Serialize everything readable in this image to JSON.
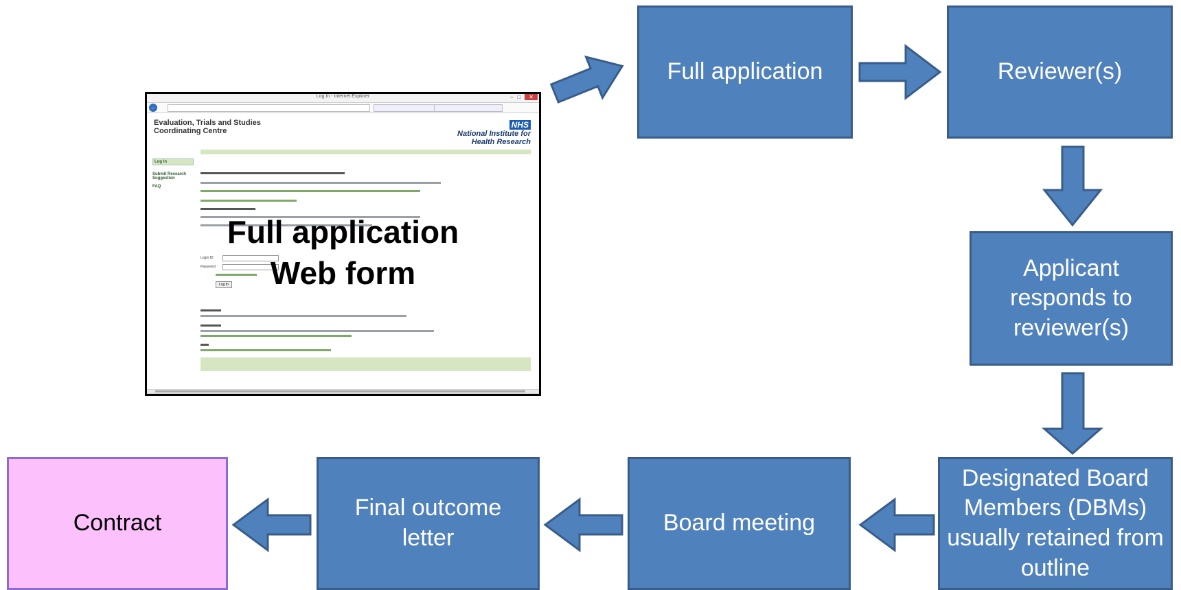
{
  "diagram": {
    "boxes": {
      "full_application": "Full application",
      "reviewers": "Reviewer(s)",
      "applicant_responds": "Applicant responds to reviewer(s)",
      "dbm": "Designated Board Members (DBMs) usually retained from outline",
      "board_meeting": "Board meeting",
      "final_outcome": "Final outcome letter",
      "contract": "Contract"
    },
    "colors": {
      "box_fill": "#4f81bd",
      "box_border": "#385d8a",
      "contract_fill": "#fcc0fc",
      "contract_border": "#8c6cd2"
    }
  },
  "screenshot": {
    "overlay_line1": "Full application",
    "overlay_line2": "Web form",
    "window_title": "Log In - Internet Explorer",
    "header_line1": "Evaluation, Trials and Studies",
    "header_line2": "Coordinating Centre",
    "nhs_logo": "NHS",
    "nihr_line1": "National Institute for",
    "nihr_line2": "Health Research",
    "nav_login": "Log In",
    "nav_submit": "Submit Research Suggestion",
    "nav_faq": "FAQ",
    "login_id_label": "Login ID",
    "password_label": "Password",
    "login_button": "Log In"
  }
}
